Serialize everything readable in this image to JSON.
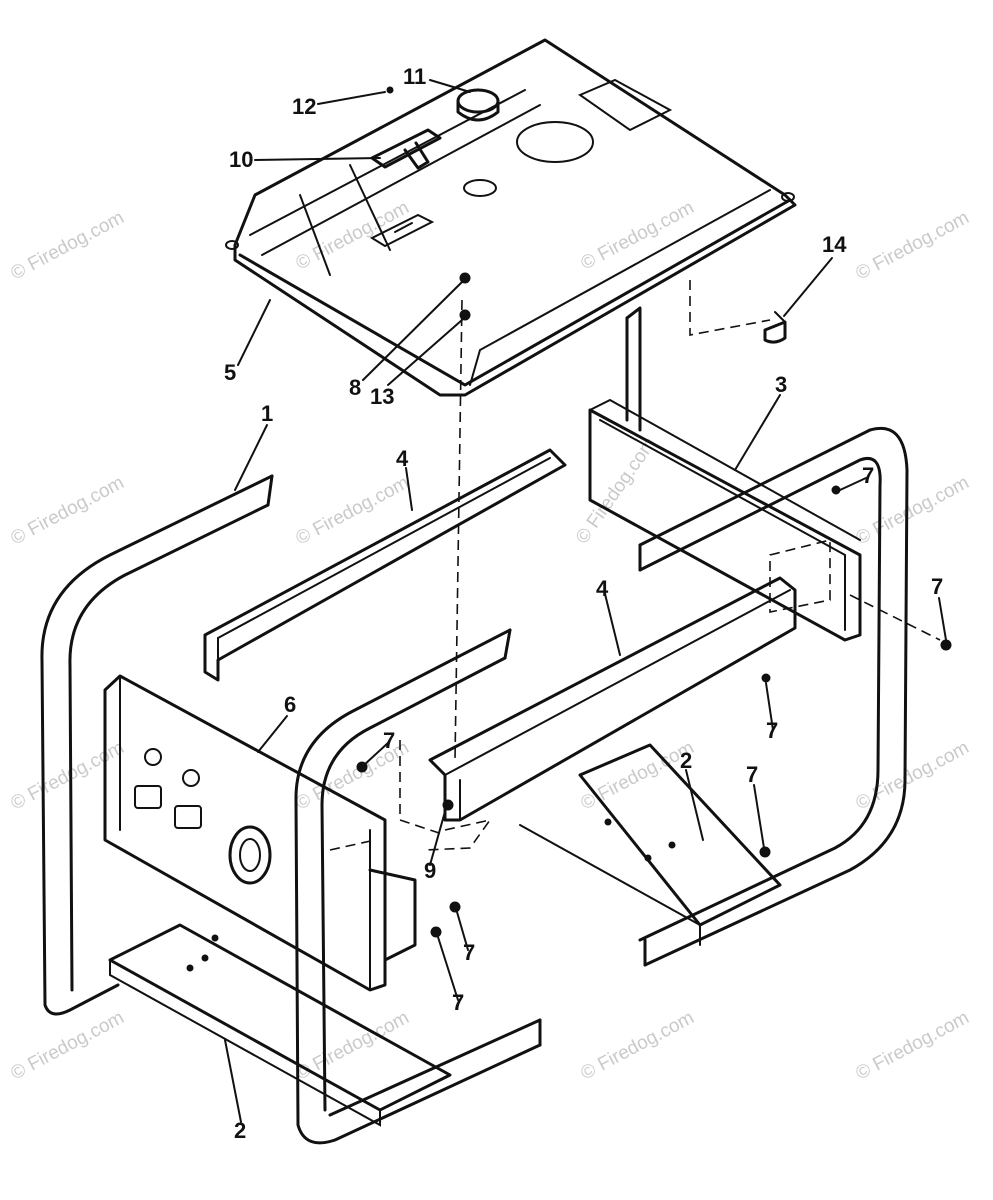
{
  "watermark": {
    "text": "© Firedog.com"
  },
  "callouts": {
    "c1": "1",
    "c2a": "2",
    "c2b": "2",
    "c3": "3",
    "c4a": "4",
    "c4b": "4",
    "c5": "5",
    "c6": "6",
    "c7a": "7",
    "c7b": "7",
    "c7c": "7",
    "c7d": "7",
    "c7e": "7",
    "c7f": "7",
    "c7g": "7",
    "c8": "8",
    "c9": "9",
    "c10": "10",
    "c11": "11",
    "c12": "12",
    "c13": "13",
    "c14": "14"
  }
}
